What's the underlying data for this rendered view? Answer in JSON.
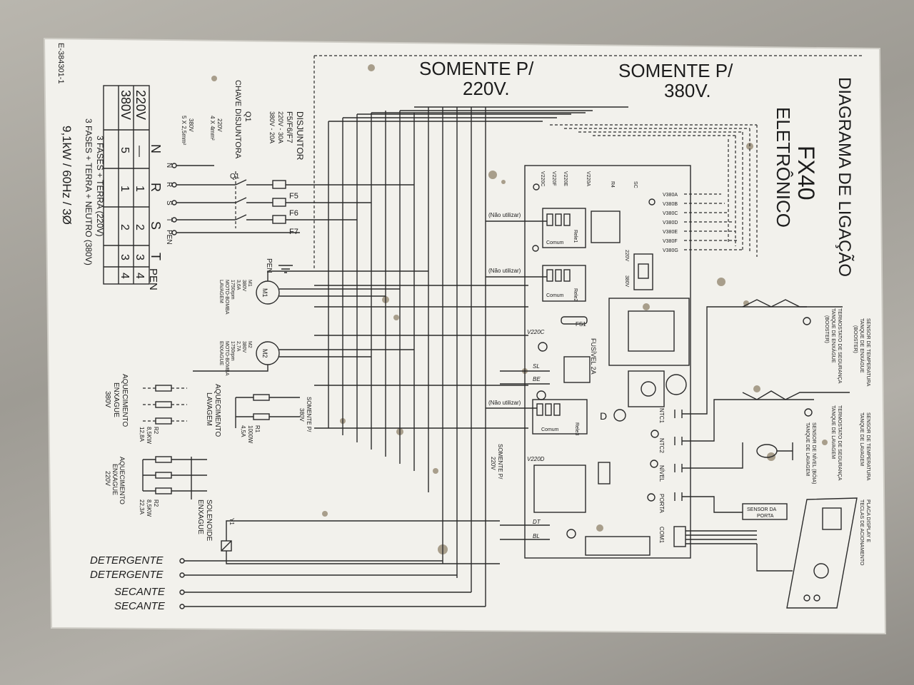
{
  "document_code": "E-384301-1",
  "title": {
    "line1": "DIAGRAMA DE LIGAÇÃO",
    "line2": "FX40",
    "line3": "ELETRÔNICO"
  },
  "only_220": {
    "line1": "SOMENTE P/",
    "line2": "220V."
  },
  "only_380": {
    "line1": "SOMENTE P/",
    "line2": "380V."
  },
  "terminal_table": {
    "headers": [
      "N",
      "R",
      "S",
      "T",
      "PEN"
    ],
    "rows": [
      {
        "voltage": "220V",
        "cells": [
          "—",
          "1",
          "2",
          "3",
          "4"
        ]
      },
      {
        "voltage": "380V",
        "cells": [
          "5",
          "1",
          "2",
          "3",
          "4"
        ]
      }
    ]
  },
  "supply_notes": [
    "3 FASES + TERRA (220V)",
    "3 FASES + TERRA + NEUTRO (380V)",
    "9,1kW / 60Hz / 3Ø"
  ],
  "spec_notes": {
    "disjuntor": [
      "DISJUNTOR",
      "F5/F6/F7",
      "220V - 30A",
      "380V - 20A"
    ],
    "chave": [
      "Q1",
      "CHAVE DISJUNTORA"
    ],
    "cable": [
      "220V",
      "4 X 4mm²",
      "380V",
      "5 X 2,5mm²"
    ]
  },
  "line_terminals": [
    "N",
    "R",
    "S",
    "T",
    "PEN"
  ],
  "fuse_labels": [
    "F5",
    "F6",
    "F7"
  ],
  "q1_label": "Q1",
  "pen_label": "PEN",
  "motor_m1": {
    "symbol": "M1",
    "specs": [
      "M1",
      "380V",
      "3,6A",
      "1750rpm",
      "MOTO-BOMBA",
      "LAVAGEM"
    ]
  },
  "motor_m2": {
    "symbol": "M2",
    "specs": [
      "M2",
      "380V",
      "2,7A",
      "1750rpm",
      "MOTO-BOMBA",
      "ENXAGUE"
    ]
  },
  "heater_wash": {
    "title": [
      "AQUECIMENTO",
      "LAVAGEM"
    ],
    "specs": [
      "R1",
      "1000W",
      "4,5A"
    ],
    "note": [
      "SOMENTE P/",
      "380V"
    ]
  },
  "heater_rinse_380": {
    "title": [
      "AQUECIMENTO",
      "ENXAGUE",
      "380V"
    ],
    "specs": [
      "R2",
      "8,5KW",
      "12,8A"
    ]
  },
  "heater_rinse_220": {
    "title": [
      "AQUECIMENTO",
      "ENXAGUE",
      "220V"
    ],
    "specs": [
      "R2",
      "8,5KW",
      "22,3A"
    ]
  },
  "solenoid": {
    "label": [
      "SOLENOIDE",
      "ENXAGUE"
    ],
    "symbol": "Y1"
  },
  "outputs": [
    "DETERGENTE",
    "DETERGENTE",
    "SECANTE",
    "SECANTE"
  ],
  "board": {
    "top_pins": [
      "V220C",
      "V220F",
      "V220E",
      "V220A",
      "R4",
      "SC"
    ],
    "v380_pins": [
      "V380A",
      "V380B",
      "V380C",
      "V380D",
      "V380E",
      "V380F",
      "V380G"
    ],
    "relays": [
      {
        "note": "(Não utilizar)",
        "common": "Comum",
        "name": "Rele1"
      },
      {
        "note": "(Não utilizar)",
        "common": "Comum",
        "name": "Rele2"
      },
      {
        "note": "(Não utilizar)",
        "common": "Comum",
        "name": "Rele3"
      }
    ],
    "fuse": {
      "name": "FS1",
      "label": "FUSÍVEL 2A"
    },
    "left_pins": [
      "V220C",
      "SL",
      "BE",
      "V220D",
      "DT",
      "BL"
    ],
    "somente_220": [
      "SOMENTE P/",
      "220V"
    ],
    "selector": [
      "220V",
      "380V"
    ],
    "right_pins": [
      "NTC1",
      "NTC2",
      "NÍVEL",
      "PORTA",
      "COM1"
    ],
    "d_label": "D"
  },
  "sensors": {
    "temp_booster": [
      "SENSOR DE TEMPERATURA",
      "TANQUE DE ENXÁGUE",
      "(BOOSTER)"
    ],
    "thermostat_booster": [
      "TERMOSTATO DE SEGURANÇA",
      "TANQUE DE ENXÁGUE",
      "(BOOSTER)"
    ],
    "temp_wash": [
      "SENSOR DE TEMPERATURA",
      "TANQUE DE LAVAGEM"
    ],
    "thermostat_wash": [
      "TERMOSTATO DE SEGURANÇA",
      "TANQUE DE LAVAGEM"
    ],
    "level": [
      "SENSOR DE NÍVEL (BÓIA)",
      "TANQUE DE LAVAGEM"
    ],
    "door": [
      "SENSOR DA",
      "PORTA"
    ],
    "display": [
      "PLACA DISPLAY E",
      "TECLAS DE ACIONAMENTO"
    ]
  }
}
